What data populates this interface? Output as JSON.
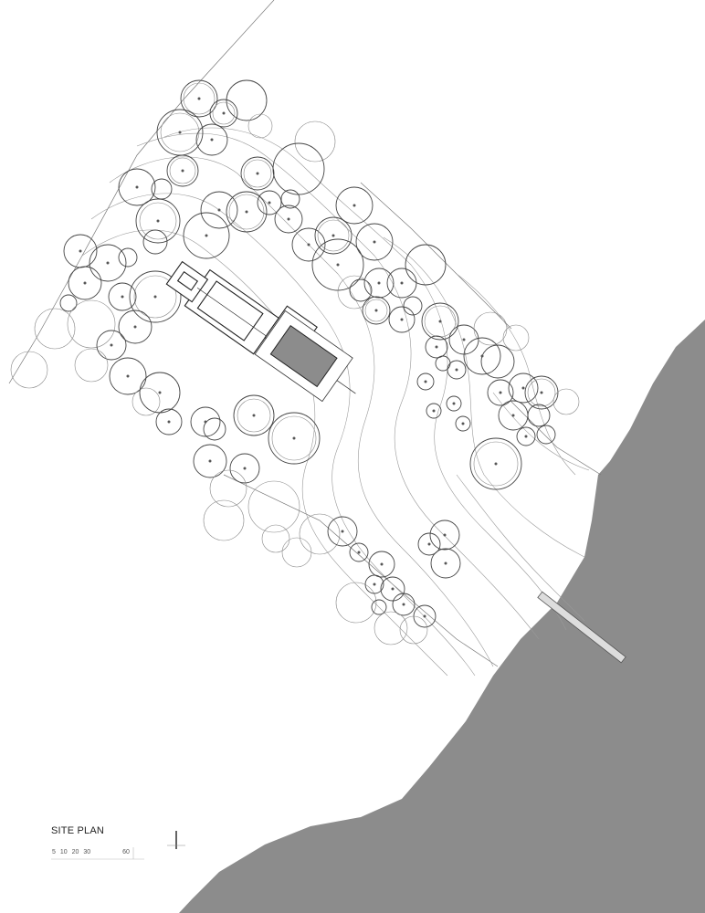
{
  "title": "SITE PLAN",
  "scale_labels": [
    "5",
    "10",
    "20",
    "30",
    "60"
  ],
  "colors": {
    "water": "#8c8c8c",
    "line": "#444444",
    "background": "#ffffff"
  },
  "icons": {
    "north_arrow": "north-arrow-icon"
  }
}
